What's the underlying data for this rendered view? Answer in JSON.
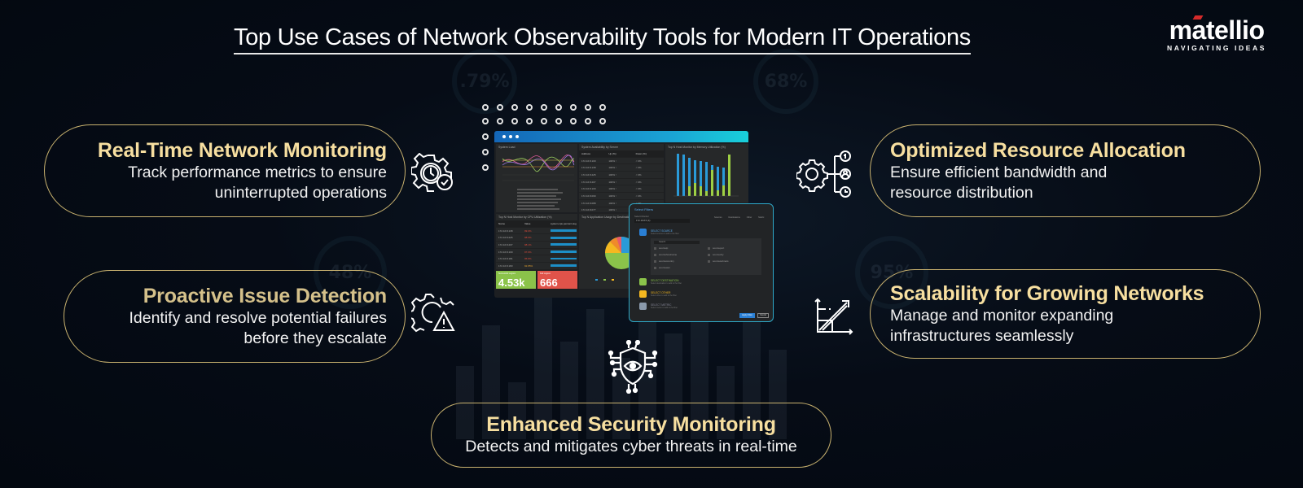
{
  "header": {
    "title": "Top Use Cases of Network Observability Tools for Modern IT Operations",
    "logo_word": "matellio",
    "logo_tagline": "NAVIGATING IDEAS",
    "logo_accent": "#d42a2a"
  },
  "background": {
    "watermarks": [
      ".79%",
      "68%",
      "48%",
      "95%"
    ]
  },
  "use_cases": [
    {
      "heading": "Real-Time Network Monitoring",
      "desc_line1": "Track performance metrics to ensure",
      "desc_line2": "uninterrupted operations",
      "icon": "gear-clock-check-icon"
    },
    {
      "heading": "Proactive Issue Detection",
      "desc_line1": "Identify and resolve potential failures",
      "desc_line2": "before they escalate",
      "icon": "gear-warning-icon"
    },
    {
      "heading": "Optimized Resource Allocation",
      "desc_line1": "Ensure efficient bandwidth and",
      "desc_line2": "resource distribution",
      "icon": "gear-resources-icon"
    },
    {
      "heading": "Scalability for Growing Networks",
      "desc_line1": "Manage and monitor expanding",
      "desc_line2": "infrastructures seamlessly",
      "icon": "growth-chart-icon"
    },
    {
      "heading": "Enhanced Security Monitoring",
      "desc_line1": "Detects and mitigates cyber threats in real-time",
      "icon": "shield-eye-circuit-icon"
    }
  ],
  "colors": {
    "heading_gold": "#f7dfa0",
    "pill_border": "#c9b26f",
    "background": "#050b14"
  },
  "dashboard": {
    "panels": {
      "system_load": "System Load",
      "availability": "System Availability by Server",
      "memory": "Top N Host Monitor by Memory Utilization (%)",
      "cpu": "Top N Host Monitor by CPU Utilization (%)",
      "app_usage": "Top N Application Usage by Destination"
    },
    "availability_headers": [
      "Address",
      "Up (%)",
      "Down (%)"
    ],
    "availability_rows": [
      [
        "172.16.8.100",
        "100% ↑",
        "< 0%"
      ],
      [
        "172.16.8.138",
        "100% ↑",
        "< 0%"
      ],
      [
        "172.16.8.225",
        "100% ↑",
        "< 0%"
      ],
      [
        "172.16.8.207",
        "100% ↑",
        "< 0%"
      ],
      [
        "172.16.8.100",
        "100% ↑",
        "< 0%"
      ],
      [
        "172.16.8.099",
        "100% ↑",
        "< 0%"
      ],
      [
        "172.16.8.088",
        "100% ↑",
        "< 0%"
      ],
      [
        "172.16.8.077",
        "100% ↑",
        "< 0%"
      ]
    ],
    "cpu_headers": [
      "Name",
      "Value",
      "system.cpu.percent.avg"
    ],
    "cpu_rows": [
      [
        "172.16.8.138",
        "99.0%"
      ],
      [
        "172.16.8.225",
        "98.9%"
      ],
      [
        "172.16.8.207",
        "98.1%"
      ],
      [
        "172.16.8.100",
        "97.6%"
      ],
      [
        "172.16.8.181",
        "95.8%"
      ],
      [
        "172.16.8.183",
        "92.85%"
      ]
    ],
    "kpi_success": {
      "label": "Successful Logons",
      "value": "4.53k",
      "color": "#8bc34a"
    },
    "kpi_fail": {
      "label": "Fail Logons",
      "value": "666",
      "color": "#e0534a"
    },
    "memory_bars": {
      "blue": [
        96,
        95,
        88,
        84,
        82,
        80,
        73,
        70,
        68,
        94
      ],
      "green": [
        0,
        0,
        22,
        30,
        22,
        12,
        60,
        14,
        25,
        94
      ]
    }
  },
  "filter_modal": {
    "title": "Select Filters",
    "monitor_label": "Select Monitor",
    "monitor_value": "172.16.8.5 (4)",
    "legend": [
      "Sources",
      "Destinations",
      "Other",
      "Metric"
    ],
    "sections": [
      {
        "label": "SELECT SOURCE",
        "sub": "Select sources to add to the filter",
        "color": "#2a7fd4"
      },
      {
        "label": "SELECT DESTINATION",
        "sub": "Select destination to add to the filter",
        "color": "#8bc34a"
      },
      {
        "label": "SELECT OTHER",
        "sub": "Select other to add to the filter",
        "color": "#f5b820"
      },
      {
        "label": "SELECT METRIC",
        "sub": "Select metric to add to the filter",
        "color": "#8a9aac"
      }
    ],
    "search_placeholder": "Search",
    "checkboxes": [
      "sourceip",
      "sourceport",
      "sourcehostname",
      "sourcecity",
      "sourcecountry",
      "sourcesubnets",
      "sourceasn"
    ],
    "apply_label": "Apply Filter",
    "cancel_label": "Cancel"
  }
}
